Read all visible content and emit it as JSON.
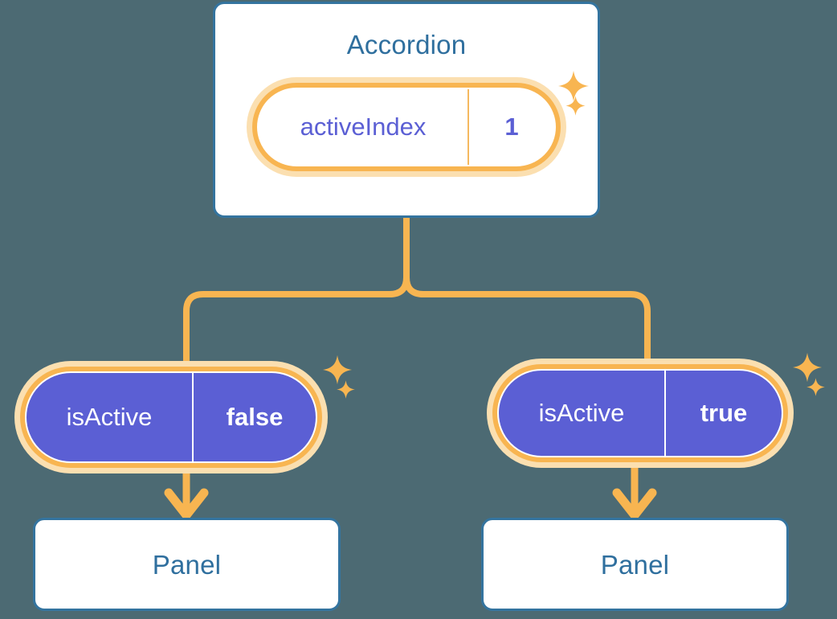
{
  "theme": {
    "background": "#4c6a73",
    "card_border": "#34749f",
    "card_fill": "#ffffff",
    "title_text": "#2f6f9e",
    "accent_orange": "#f8b551",
    "accent_orange_pale": "#fbdfb0",
    "state_fill": "#5b5fd4",
    "state_text_light": "#ffffff",
    "value_text": "#5b5fd4"
  },
  "diagram": {
    "type": "component-state-tree",
    "root": {
      "name": "accordion-component",
      "title": "Accordion",
      "state": {
        "key": "activeIndex",
        "value": "1",
        "style": "light"
      },
      "sparkles": 2
    },
    "branches": [
      {
        "name": "branch-left",
        "state": {
          "key": "isActive",
          "value": "false",
          "style": "solid"
        },
        "sparkles": 2,
        "child": {
          "name": "panel-left",
          "title": "Panel"
        }
      },
      {
        "name": "branch-right",
        "state": {
          "key": "isActive",
          "value": "true",
          "style": "solid"
        },
        "sparkles": 2,
        "child": {
          "name": "panel-right",
          "title": "Panel"
        }
      }
    ],
    "connectors": {
      "trunk": "vertical-from-accordion",
      "split": "tee-split-to-two-branches",
      "arrows": "down-arrow-into-each-panel"
    }
  }
}
